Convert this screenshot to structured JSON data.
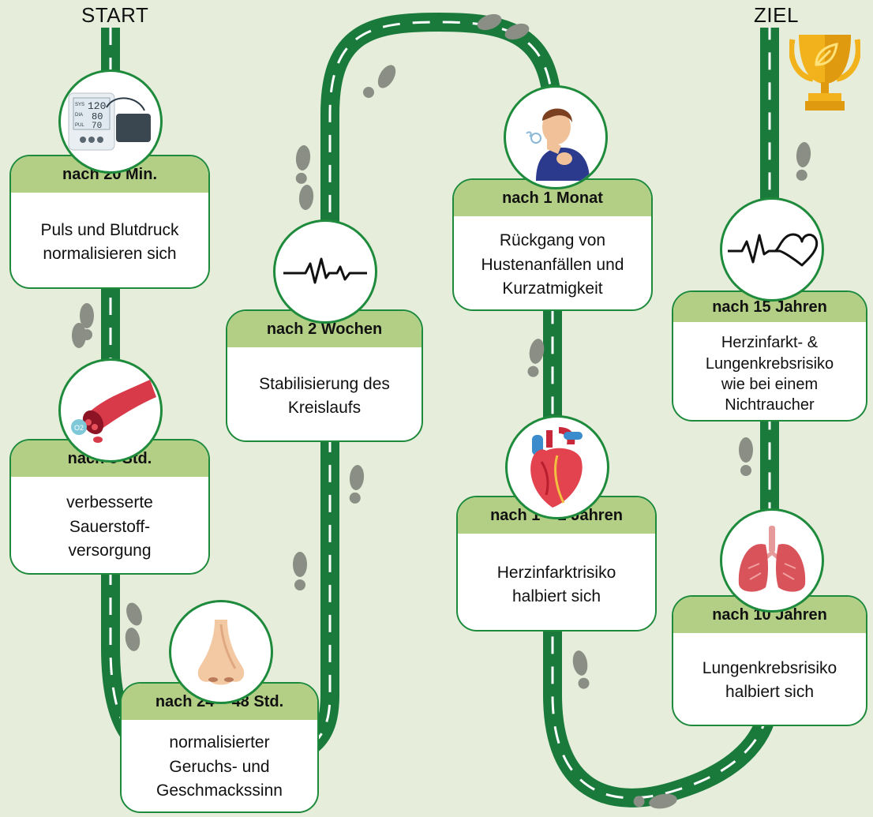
{
  "labels": {
    "start": "START",
    "goal": "ZIEL"
  },
  "colors": {
    "background": "#e6eedb",
    "road": "#1a7a3c",
    "card_border": "#1e8a3c",
    "card_header": "#b3cf86",
    "footprints": "#8a8e84",
    "trophy": "#f2b21c"
  },
  "milestones": [
    {
      "title": "nach 20 Min.",
      "text": "Puls und Blutdruck\nnormalisieren sich",
      "icon": "blood-pressure-monitor-icon",
      "monitor": {
        "sys_label": "SYS",
        "sys": "120",
        "dia_label": "DIA",
        "dia": "80",
        "pul_label": "PUL",
        "pul": "70"
      }
    },
    {
      "title": "nach 8 Std.",
      "text": "verbesserte\nSauerstoff-\nversorgung",
      "icon": "blood-vessel-icon",
      "o2_label": "O2"
    },
    {
      "title": "nach 24 – 48 Std.",
      "text": "normalisierter\nGeruchs- und\nGeschmackssinn",
      "icon": "nose-icon"
    },
    {
      "title": "nach 2 Wochen",
      "text": "Stabilisierung des\nKreislaufs",
      "icon": "heartbeat-line-icon"
    },
    {
      "title": "nach 1 Monat",
      "text": "Rückgang von\nHustenanfällen und\nKurzatmigkeit",
      "icon": "coughing-man-icon"
    },
    {
      "title": "nach 1 – 2 Jahren",
      "text": "Herzinfarktrisiko\nhalbiert sich",
      "icon": "anatomical-heart-icon"
    },
    {
      "title": "nach 10 Jahren",
      "text": "Lungenkrebsrisiko\nhalbiert sich",
      "icon": "lungs-icon"
    },
    {
      "title": "nach 15 Jahren",
      "text": "Herzinfarkt- &\nLungenkrebsrisiko\nwie bei einem\nNichtraucher",
      "icon": "heartbeat-heart-icon"
    }
  ]
}
